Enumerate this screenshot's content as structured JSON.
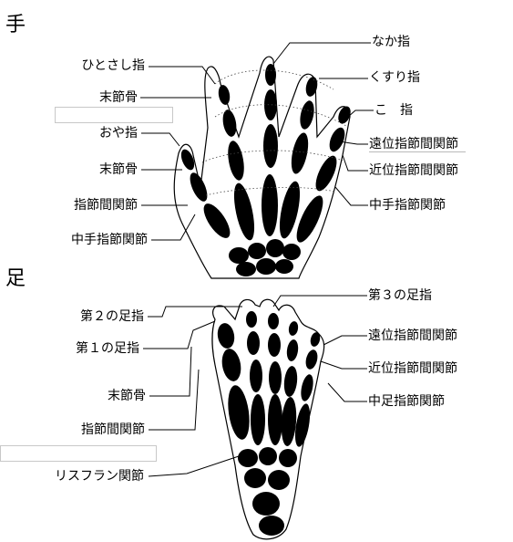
{
  "sections": {
    "hand": "手",
    "foot": "足"
  },
  "hand_labels": {
    "index_finger": "ひとさし指",
    "distal_phalanx_left": "末節骨",
    "thumb": "おや指",
    "distal_phalanx_thumb": "末節骨",
    "interphalangeal_joint": "指節間関節",
    "metacarpophalangeal_left": "中手指節関節",
    "middle_finger": "なか指",
    "ring_finger": "くすり指",
    "little_finger": "こ　指",
    "distal_interphalangeal": "遠位指節間関節",
    "proximal_interphalangeal": "近位指節間関節",
    "metacarpophalangeal_right": "中手指節関節"
  },
  "foot_labels": {
    "second_toe": "第２の足指",
    "first_toe": "第１の足指",
    "distal_phalanx": "末節骨",
    "interphalangeal_joint": "指節間関節",
    "lisfranc_joint": "リスフラン関節",
    "third_toe": "第３の足指",
    "distal_interphalangeal": "遠位指節間関節",
    "proximal_interphalangeal": "近位指節間関節",
    "metatarsophalangeal": "中足指節関節"
  }
}
